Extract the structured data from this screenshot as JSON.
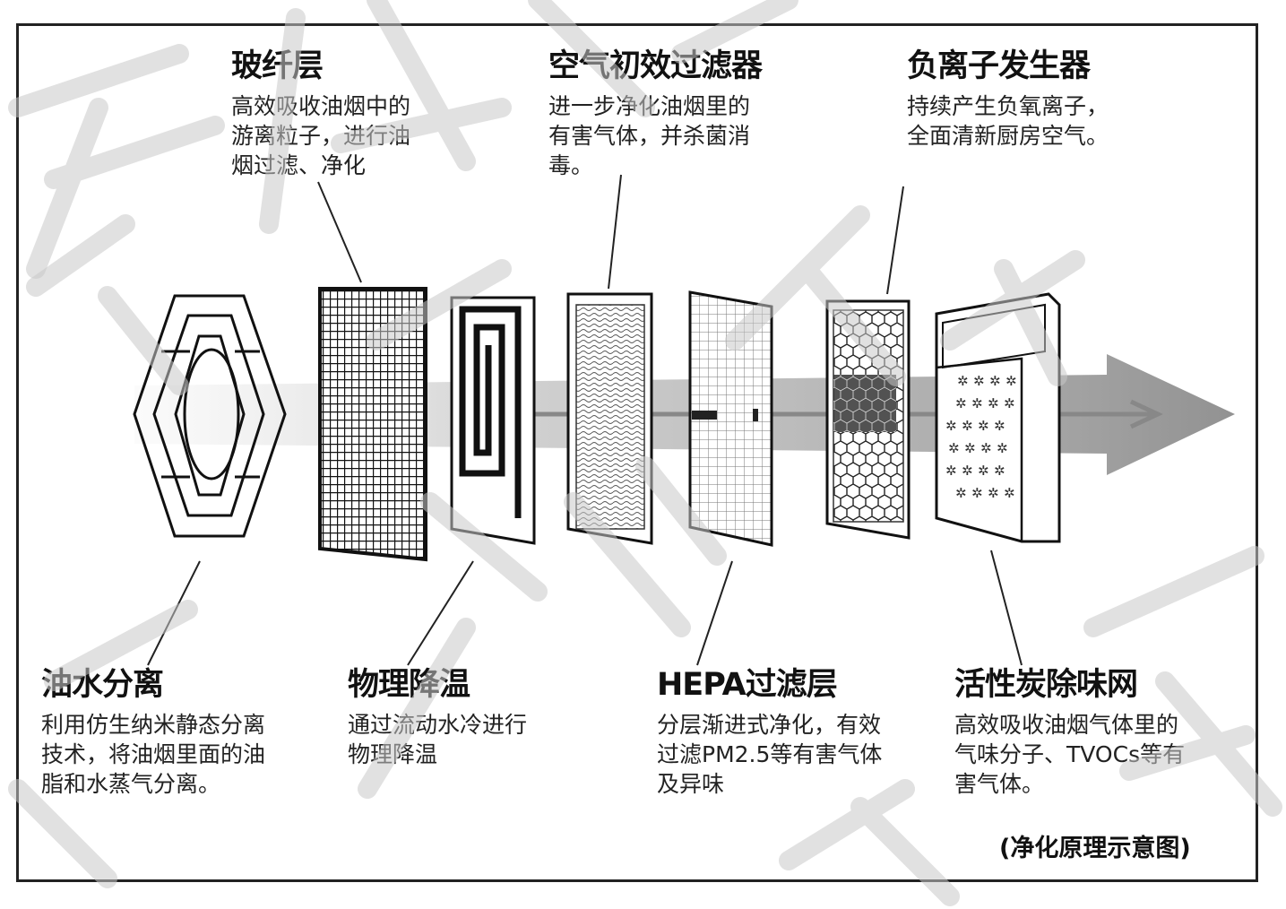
{
  "stages": [
    {
      "id": "oil-water",
      "title": "油水分离",
      "desc": "利用仿生纳米静态分离\n技术，将油烟里面的油\n脂和水蒸气分离。"
    },
    {
      "id": "glass-fiber",
      "title": "玻纤层",
      "desc": "高效吸收油烟中的\n游离粒子，进行油\n烟过滤、净化"
    },
    {
      "id": "cooling",
      "title": "物理降温",
      "desc": "通过流动水冷进行\n物理降温"
    },
    {
      "id": "primary-filter",
      "title": "空气初效过滤器",
      "desc": "进一步净化油烟里的\n有害气体，并杀菌消\n毒。"
    },
    {
      "id": "hepa",
      "title": "HEPA过滤层",
      "desc": "分层渐进式净化，有效\n过滤PM2.5等有害气体\n及异味"
    },
    {
      "id": "anion",
      "title": "负离子发生器",
      "desc": "持续产生负氧离子，\n全面清新厨房空气。"
    },
    {
      "id": "carbon",
      "title": "活性炭除味网",
      "desc": "高效吸收油烟气体里的\n气味分子、TVOCs等有\n害气体。"
    }
  ],
  "caption": "(净化原理示意图)",
  "colors": {
    "ink": "#1a1a1a",
    "flow_arrow": "#9a9a9a",
    "watermark": "#c8c8c8"
  }
}
